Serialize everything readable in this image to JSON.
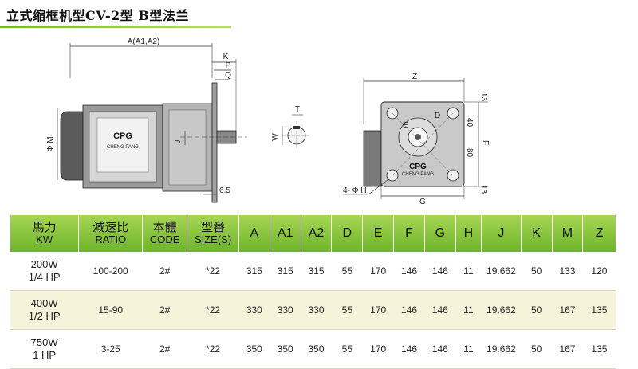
{
  "title": "立式缩框机型CV-2型 B型法兰",
  "drawing": {
    "side_view": {
      "dim_A": "A(A1,A2)",
      "dim_K": "K",
      "dim_P": "P",
      "dim_Q": "Q",
      "dim_M": "Φ M",
      "dim_J": "J",
      "dim_65": "6.5",
      "logo_text": "CPG",
      "brand_text": "CHENG PANG"
    },
    "shaft_view": {
      "dim_T": "T",
      "dim_W": "W"
    },
    "flange_view": {
      "dim_Z": "Z",
      "dim_D": "D",
      "dim_E": "E",
      "dim_F": "F",
      "dim_G": "G",
      "dim_H": "4- Φ H",
      "dim_13_top": "13",
      "dim_40": "40",
      "dim_80": "80",
      "dim_13_bottom": "13",
      "logo_text": "CPG",
      "brand_text": "CHENG PANG"
    }
  },
  "table": {
    "headers": [
      {
        "zh": "馬力",
        "en": "KW"
      },
      {
        "zh": "減速比",
        "en": "RATIO"
      },
      {
        "zh": "本體",
        "en": "CODE"
      },
      {
        "zh": "型番",
        "en": "SIZE(S)"
      },
      {
        "single": "A"
      },
      {
        "single": "A1"
      },
      {
        "single": "A2"
      },
      {
        "single": "D"
      },
      {
        "single": "E"
      },
      {
        "single": "F"
      },
      {
        "single": "G"
      },
      {
        "single": "H"
      },
      {
        "single": "J"
      },
      {
        "single": "K"
      },
      {
        "single": "M"
      },
      {
        "single": "Z"
      }
    ],
    "rows": [
      {
        "kw": "200W",
        "hp": "1/4 HP",
        "cells": [
          "100-200",
          "2#",
          "*22",
          "315",
          "315",
          "315",
          "55",
          "170",
          "146",
          "146",
          "11",
          "19.662",
          "50",
          "133",
          "120"
        ]
      },
      {
        "kw": "400W",
        "hp": "1/2 HP",
        "cells": [
          "15-90",
          "2#",
          "*22",
          "330",
          "330",
          "330",
          "55",
          "170",
          "146",
          "146",
          "11",
          "19.662",
          "50",
          "167",
          "135"
        ]
      },
      {
        "kw": "750W",
        "hp": "1 HP",
        "cells": [
          "3-25",
          "2#",
          "*22",
          "350",
          "350",
          "350",
          "55",
          "170",
          "146",
          "146",
          "11",
          "19.662",
          "50",
          "167",
          "135"
        ]
      }
    ]
  }
}
